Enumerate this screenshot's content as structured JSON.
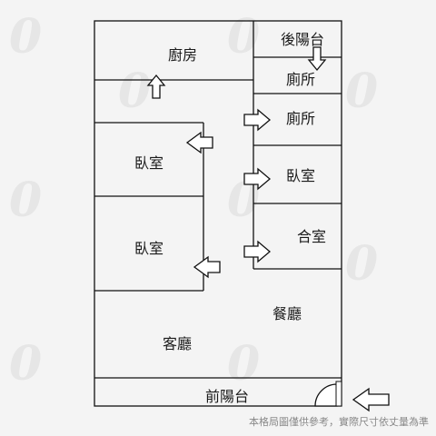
{
  "rooms": {
    "kitchen": "廚房",
    "rear_balcony": "後陽台",
    "toilet_top": "廁所",
    "toilet_mid": "廁所",
    "bedroom_upper_left": "臥室",
    "bedroom_right": "臥室",
    "bedroom_lower_left": "臥室",
    "closet_room": "合室",
    "dining": "餐廳",
    "living": "客廳",
    "front_balcony": "前陽台"
  },
  "note": "本格局圖僅供參考，實際尺寸依丈量為準",
  "colors": {
    "line": "#111111",
    "arrow_fill": "#ffffff",
    "watermark": "#e6e6e6"
  },
  "icons": [
    "arrow-icon",
    "door-swing-icon",
    "entrance-arrow-icon"
  ]
}
